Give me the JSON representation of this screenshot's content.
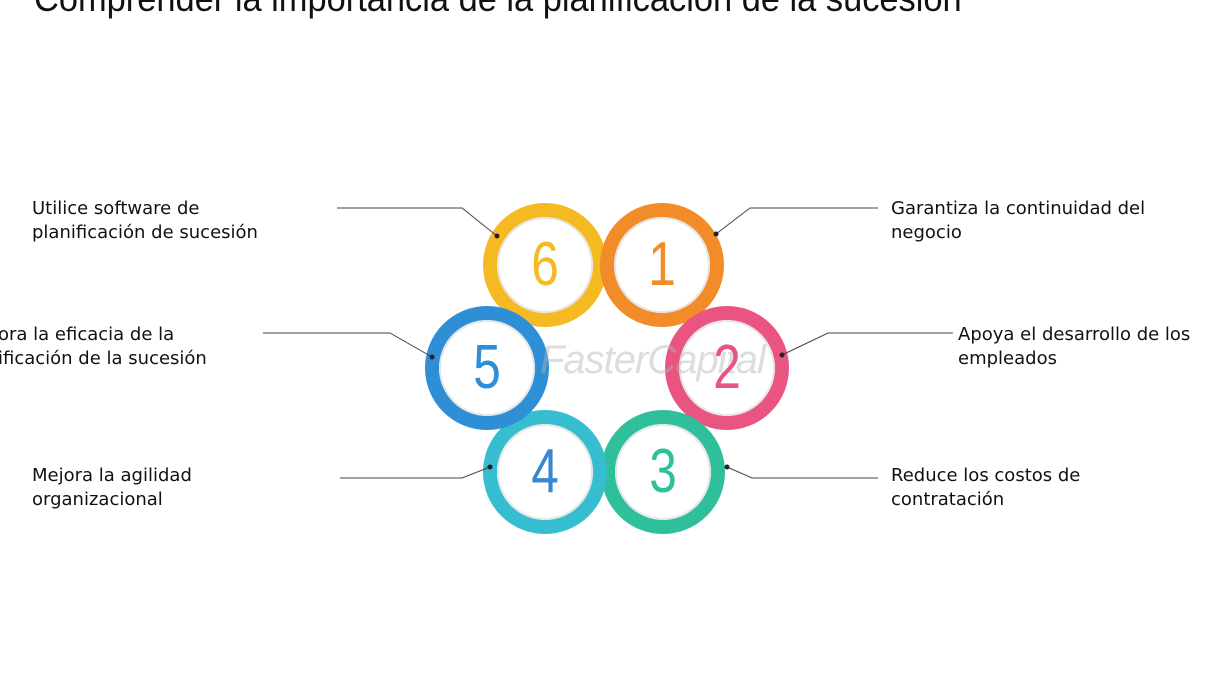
{
  "title": "Comprender la importancia de la planificación de la sucesión",
  "watermark": "FasterCapital",
  "items": [
    {
      "number": "1",
      "text_line1": "Garantiza la continuidad del",
      "text_line2": "negocio",
      "color": "#f28c28"
    },
    {
      "number": "2",
      "text_line1": "Apoya el desarrollo de los",
      "text_line2": "empleados",
      "color": "#ea5480"
    },
    {
      "number": "3",
      "text_line1": "Reduce los costos de",
      "text_line2": "contratación",
      "color": "#2fbf9a"
    },
    {
      "number": "4",
      "text_line1": "Mejora la agilidad",
      "text_line2": "organizacional",
      "color": "#36bdd0"
    },
    {
      "number": "5",
      "text_line1": "ora la eficacia de la",
      "text_line2": "ificación de la sucesión",
      "color": "#2e8fd6"
    },
    {
      "number": "6",
      "text_line1": "Utilice software de",
      "text_line2": "planificación de sucesión",
      "color": "#f5b921"
    }
  ]
}
